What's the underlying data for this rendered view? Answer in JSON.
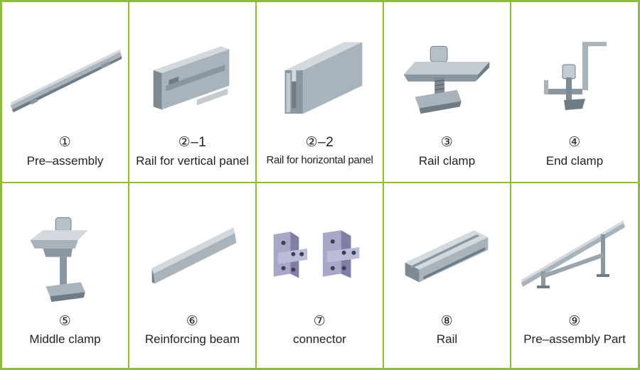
{
  "colors": {
    "border": "#8dbb3c",
    "metal": "#a8b3bb",
    "metal_dark": "#6f7c86",
    "metal_light": "#d3d9de"
  },
  "items": [
    {
      "number": "①",
      "label": "Pre–assembly",
      "icon": "pre-assembly-rail-icon"
    },
    {
      "number": "②–1",
      "label": "Rail for vertical panel",
      "icon": "vertical-panel-rail-icon"
    },
    {
      "number": "②–2",
      "label": "Rail for horizontal panel",
      "icon": "horizontal-panel-rail-icon"
    },
    {
      "number": "③",
      "label": "Rail clamp",
      "icon": "rail-clamp-icon"
    },
    {
      "number": "④",
      "label": "End  clamp",
      "icon": "end-clamp-icon"
    },
    {
      "number": "⑤",
      "label": "Middle clamp",
      "icon": "middle-clamp-icon"
    },
    {
      "number": "⑥",
      "label": "Reinforcing beam",
      "icon": "reinforcing-beam-icon"
    },
    {
      "number": "⑦",
      "label": "connector",
      "icon": "connector-icon"
    },
    {
      "number": "⑧",
      "label": "Rail",
      "icon": "rail-icon"
    },
    {
      "number": "⑨",
      "label": "Pre–assembly Part",
      "icon": "pre-assembly-part-icon"
    }
  ]
}
